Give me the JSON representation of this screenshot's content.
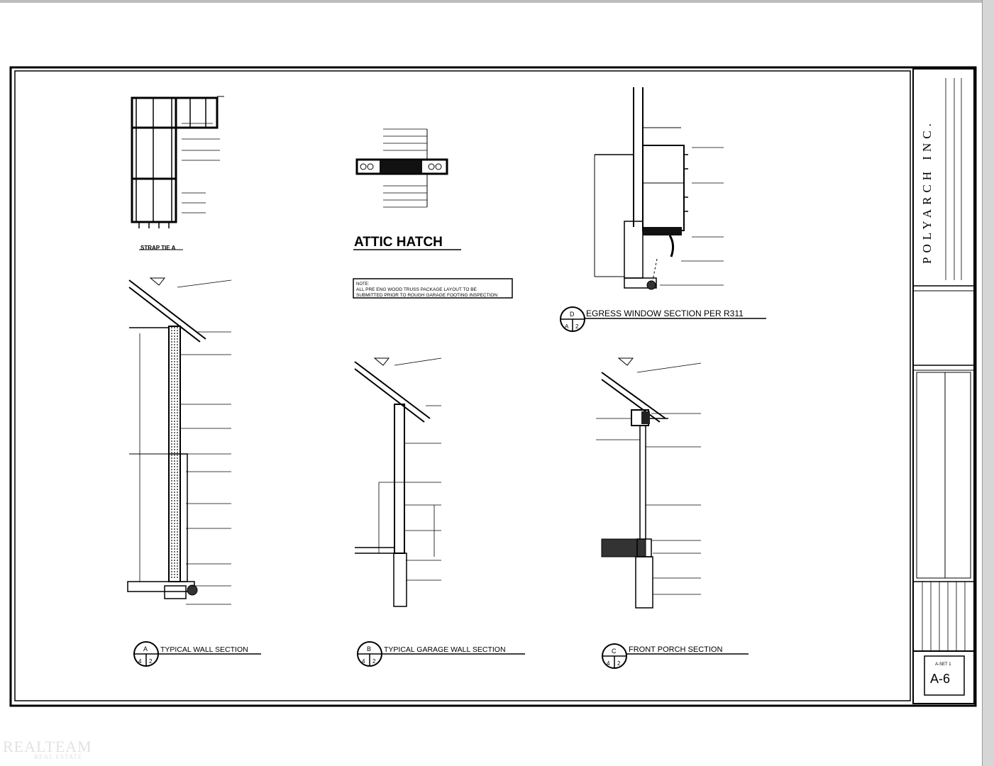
{
  "watermark": {
    "line1": "REALTEAM",
    "line2": "REAL ESTATE"
  },
  "details": {
    "strap": {
      "title": "STRAP TIE A"
    },
    "attic": {
      "title": "ATTIC HATCH"
    },
    "note": {
      "line1": "NOTE:",
      "line2": "ALL PRE ENG WOOD TRUSS PACKAGE LAYOUT TO BE",
      "line3": "SUBMITTED PRIOR TO ROUGH GARAGE FOOTING INSPECTION"
    },
    "egress": {
      "title": "EGRESS WINDOW SECTION PER R311",
      "mark": "D",
      "sheet": "A",
      "num": "2"
    },
    "typical_wall": {
      "title": "TYPICAL WALL SECTION",
      "mark": "A",
      "sheet": "4",
      "num": "2"
    },
    "garage_wall": {
      "title": "TYPICAL GARAGE WALL SECTION",
      "mark": "B",
      "sheet": "4",
      "num": "2"
    },
    "front_porch": {
      "title": "FRONT PORCH SECTION",
      "mark": "C",
      "sheet": "4",
      "num": "2"
    }
  },
  "title_block": {
    "company": "POLYARCH INC.",
    "sheet_label": "A-SET 1",
    "sheet_number": "A-6"
  }
}
